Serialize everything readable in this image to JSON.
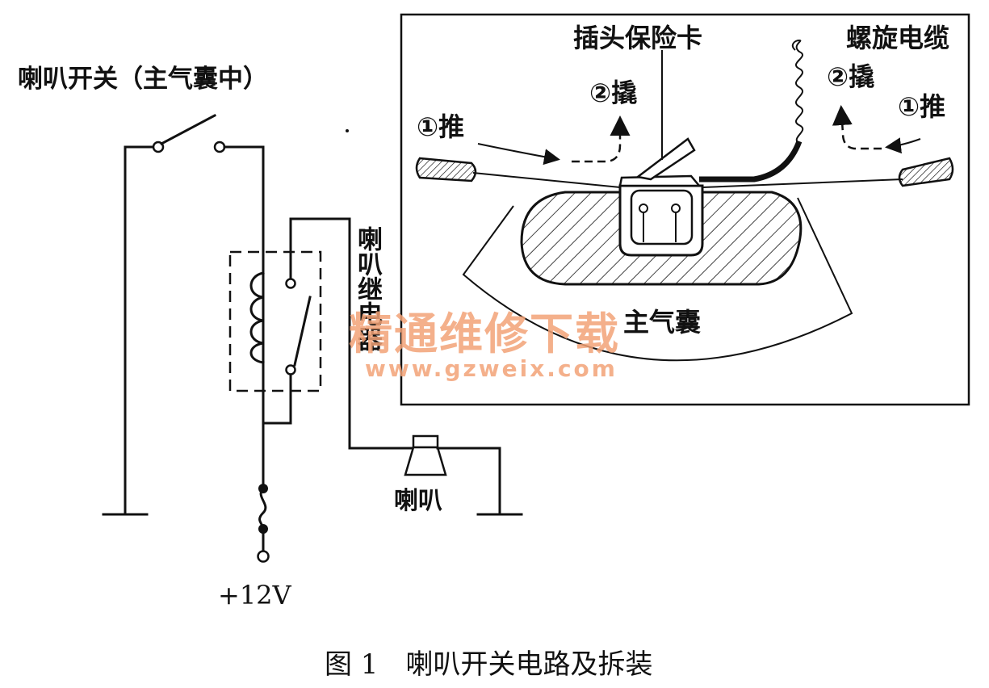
{
  "labels": {
    "horn_switch": "喇叭开关（主气囊中）",
    "horn_relay": "喇叭继电器",
    "horn": "喇叭",
    "voltage": "+12V",
    "plug_clip": "插头保险卡",
    "spiral_cable": "螺旋电缆",
    "push_left": "①推",
    "pry_left": "②撬",
    "push_right": "①推",
    "pry_right": "②撬",
    "main_airbag": "主气囊",
    "caption": "图 1　喇叭开关电路及拆装"
  },
  "watermark": {
    "text": "精通维修下载",
    "url": "www.gzweix.com",
    "color": "#f2a277"
  }
}
